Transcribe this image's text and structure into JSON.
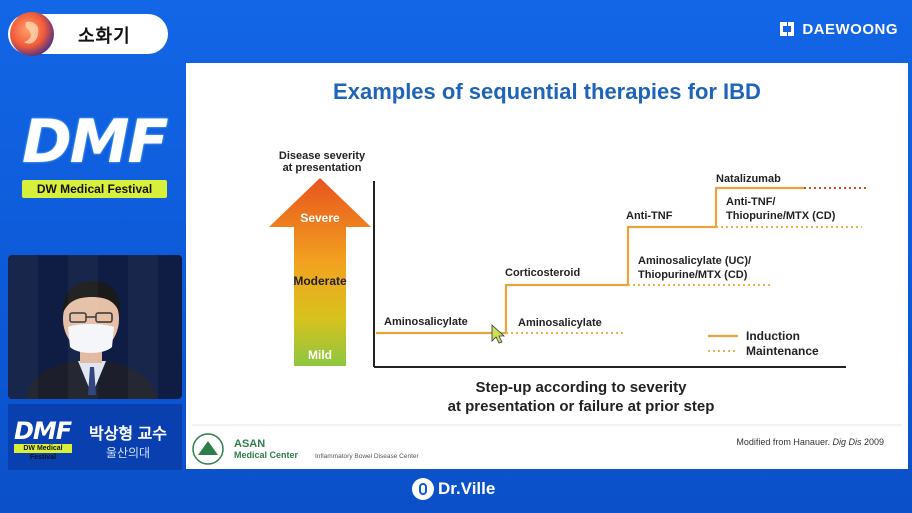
{
  "header": {
    "category": "소화기",
    "brand": "DAEWOONG"
  },
  "event_logo": {
    "main": "DMF",
    "sub": "DW Medical Festival"
  },
  "speaker": {
    "logo_main": "DMF",
    "logo_sub": "DW Medical Festival",
    "name": "박상형 교수",
    "affiliation": "울산의대"
  },
  "slide": {
    "title": "Examples of sequential therapies for IBD",
    "axis_label_line1": "Disease severity",
    "axis_label_line2": "at presentation",
    "severity": {
      "top": "Severe",
      "middle": "Moderate",
      "bottom": "Mild"
    },
    "steps": {
      "s1_induction": "Aminosalicylate",
      "s1_maintenance": "Aminosalicylate",
      "s2_induction": "Corticosteroid",
      "s2_maint_line1": "Aminosalicylate (UC)/",
      "s2_maint_line2": "Thiopurine/MTX (CD)",
      "s3_induction": "Anti-TNF",
      "s3_maint_line1": "Anti-TNF/",
      "s3_maint_line2": "Thiopurine/MTX (CD)",
      "s4_induction": "Natalizumab"
    },
    "legend": {
      "induction": "Induction",
      "maintenance": "Maintenance"
    },
    "caption_line1": "Step-up according to severity",
    "caption_line2": "at presentation or failure at prior step",
    "source_prefix": "Modified from Hanauer. ",
    "source_journal": "Dig Dis",
    "source_year": " 2009",
    "institution_name": "ASAN",
    "institution_sub": "Medical Center",
    "institution_dept": "Inflammatory Bowel Disease Center"
  },
  "footer": {
    "logo": "Dr.Ville"
  },
  "colors": {
    "induction": "#e8a33b",
    "maintenance": "#e9b44a",
    "title": "#1f64b8",
    "background": "#0d5ad8"
  }
}
